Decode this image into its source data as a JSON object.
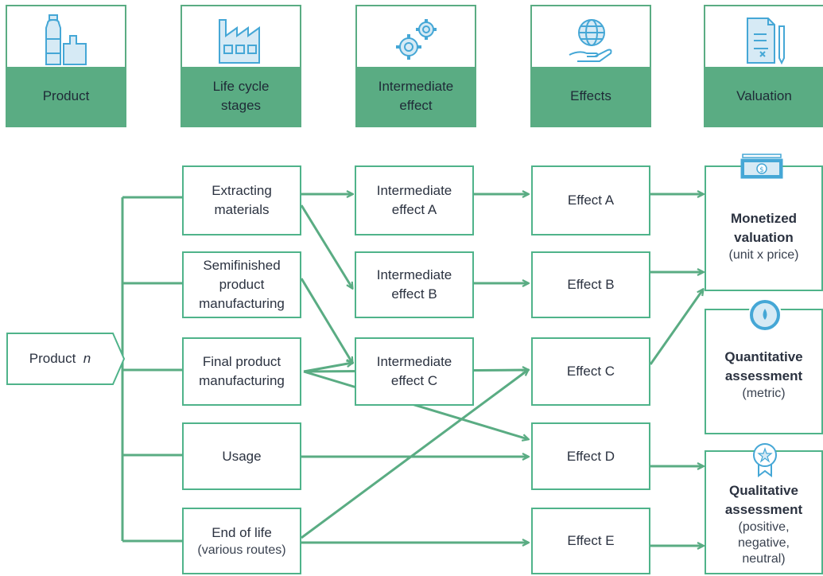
{
  "headers": [
    {
      "label": "Product",
      "icon": "bottle-icon"
    },
    {
      "label": "Life cycle\nstages",
      "icon": "factory-icon"
    },
    {
      "label": "Intermediate\neffect",
      "icon": "gears-icon"
    },
    {
      "label": "Effects",
      "icon": "globe-hand-icon"
    },
    {
      "label": "Valuation",
      "icon": "document-pen-icon"
    }
  ],
  "product": {
    "label": "Product",
    "var": "n"
  },
  "stages": [
    "Extracting\nmaterials",
    "Semifinished\nproduct\nmanufacturing",
    "Final product\nmanufacturing",
    "Usage",
    "End of life"
  ],
  "stage_sub": "(various routes)",
  "intermediate": [
    "Intermediate\neffect A",
    "Intermediate\neffect B",
    "Intermediate\neffect C"
  ],
  "effects": [
    "Effect A",
    "Effect B",
    "Effect C",
    "Effect D",
    "Effect E"
  ],
  "valuation": [
    {
      "title": "Monetized\nvaluation",
      "sub": "(unit x price)",
      "icon": "banknote-icon"
    },
    {
      "title": "Quantitative\nassessment",
      "sub": "(metric)",
      "icon": "gauge-icon"
    },
    {
      "title": "Qualitative\nassessment",
      "sub": "(positive,\nnegative,\nneutral)",
      "icon": "award-badge-icon"
    }
  ],
  "colors": {
    "green": "#5aac83",
    "line": "#5aac83",
    "icon": "#45a7d6"
  }
}
